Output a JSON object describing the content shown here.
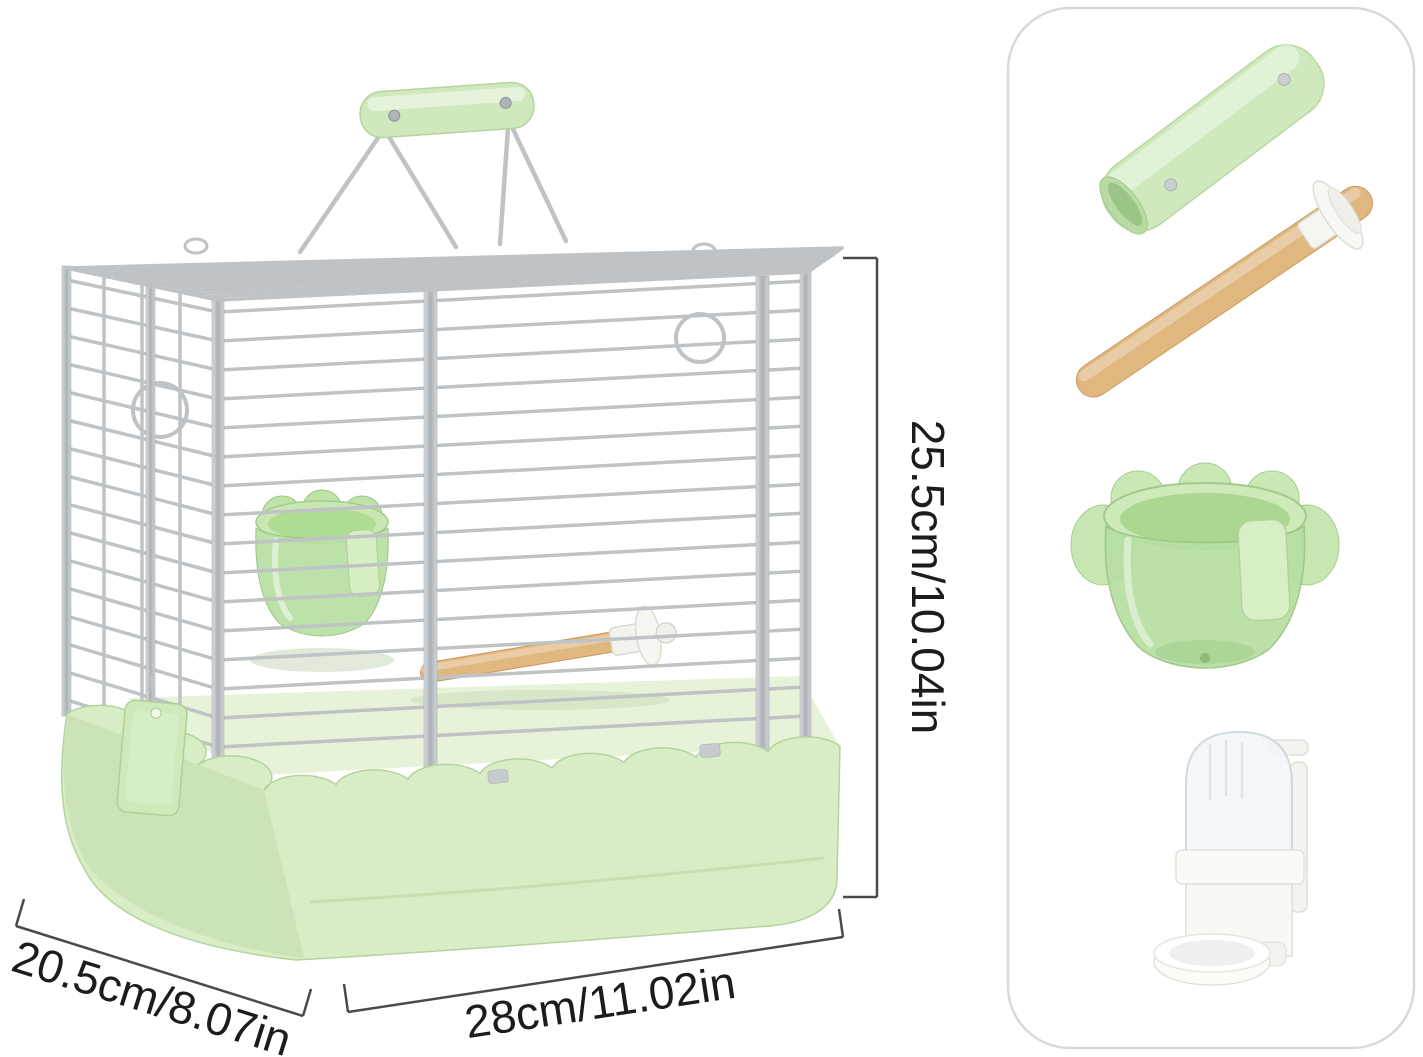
{
  "dimensions": {
    "height": "25.5cm/10.04in",
    "depth": "20.5cm/8.07in",
    "width": "28cm/11.02in"
  },
  "colors": {
    "background": "#ffffff",
    "plastic_green": "#d8ecc5",
    "plastic_green_dark": "#c7e0b1",
    "floor_green": "#e7f3d8",
    "accent_green": "#cfe9bd",
    "cup_green": "#b7dfa2",
    "wood": "#e0b77e",
    "wire_silver": "#bfc3c6",
    "dimension_line": "#4a4a4a",
    "text": "#1c1c1c",
    "panel_border": "#d9d9d9"
  },
  "accessories": {
    "items": [
      {
        "name": "perch-tube"
      },
      {
        "name": "wooden-perch"
      },
      {
        "name": "food-cup"
      },
      {
        "name": "water-dispenser"
      }
    ]
  }
}
